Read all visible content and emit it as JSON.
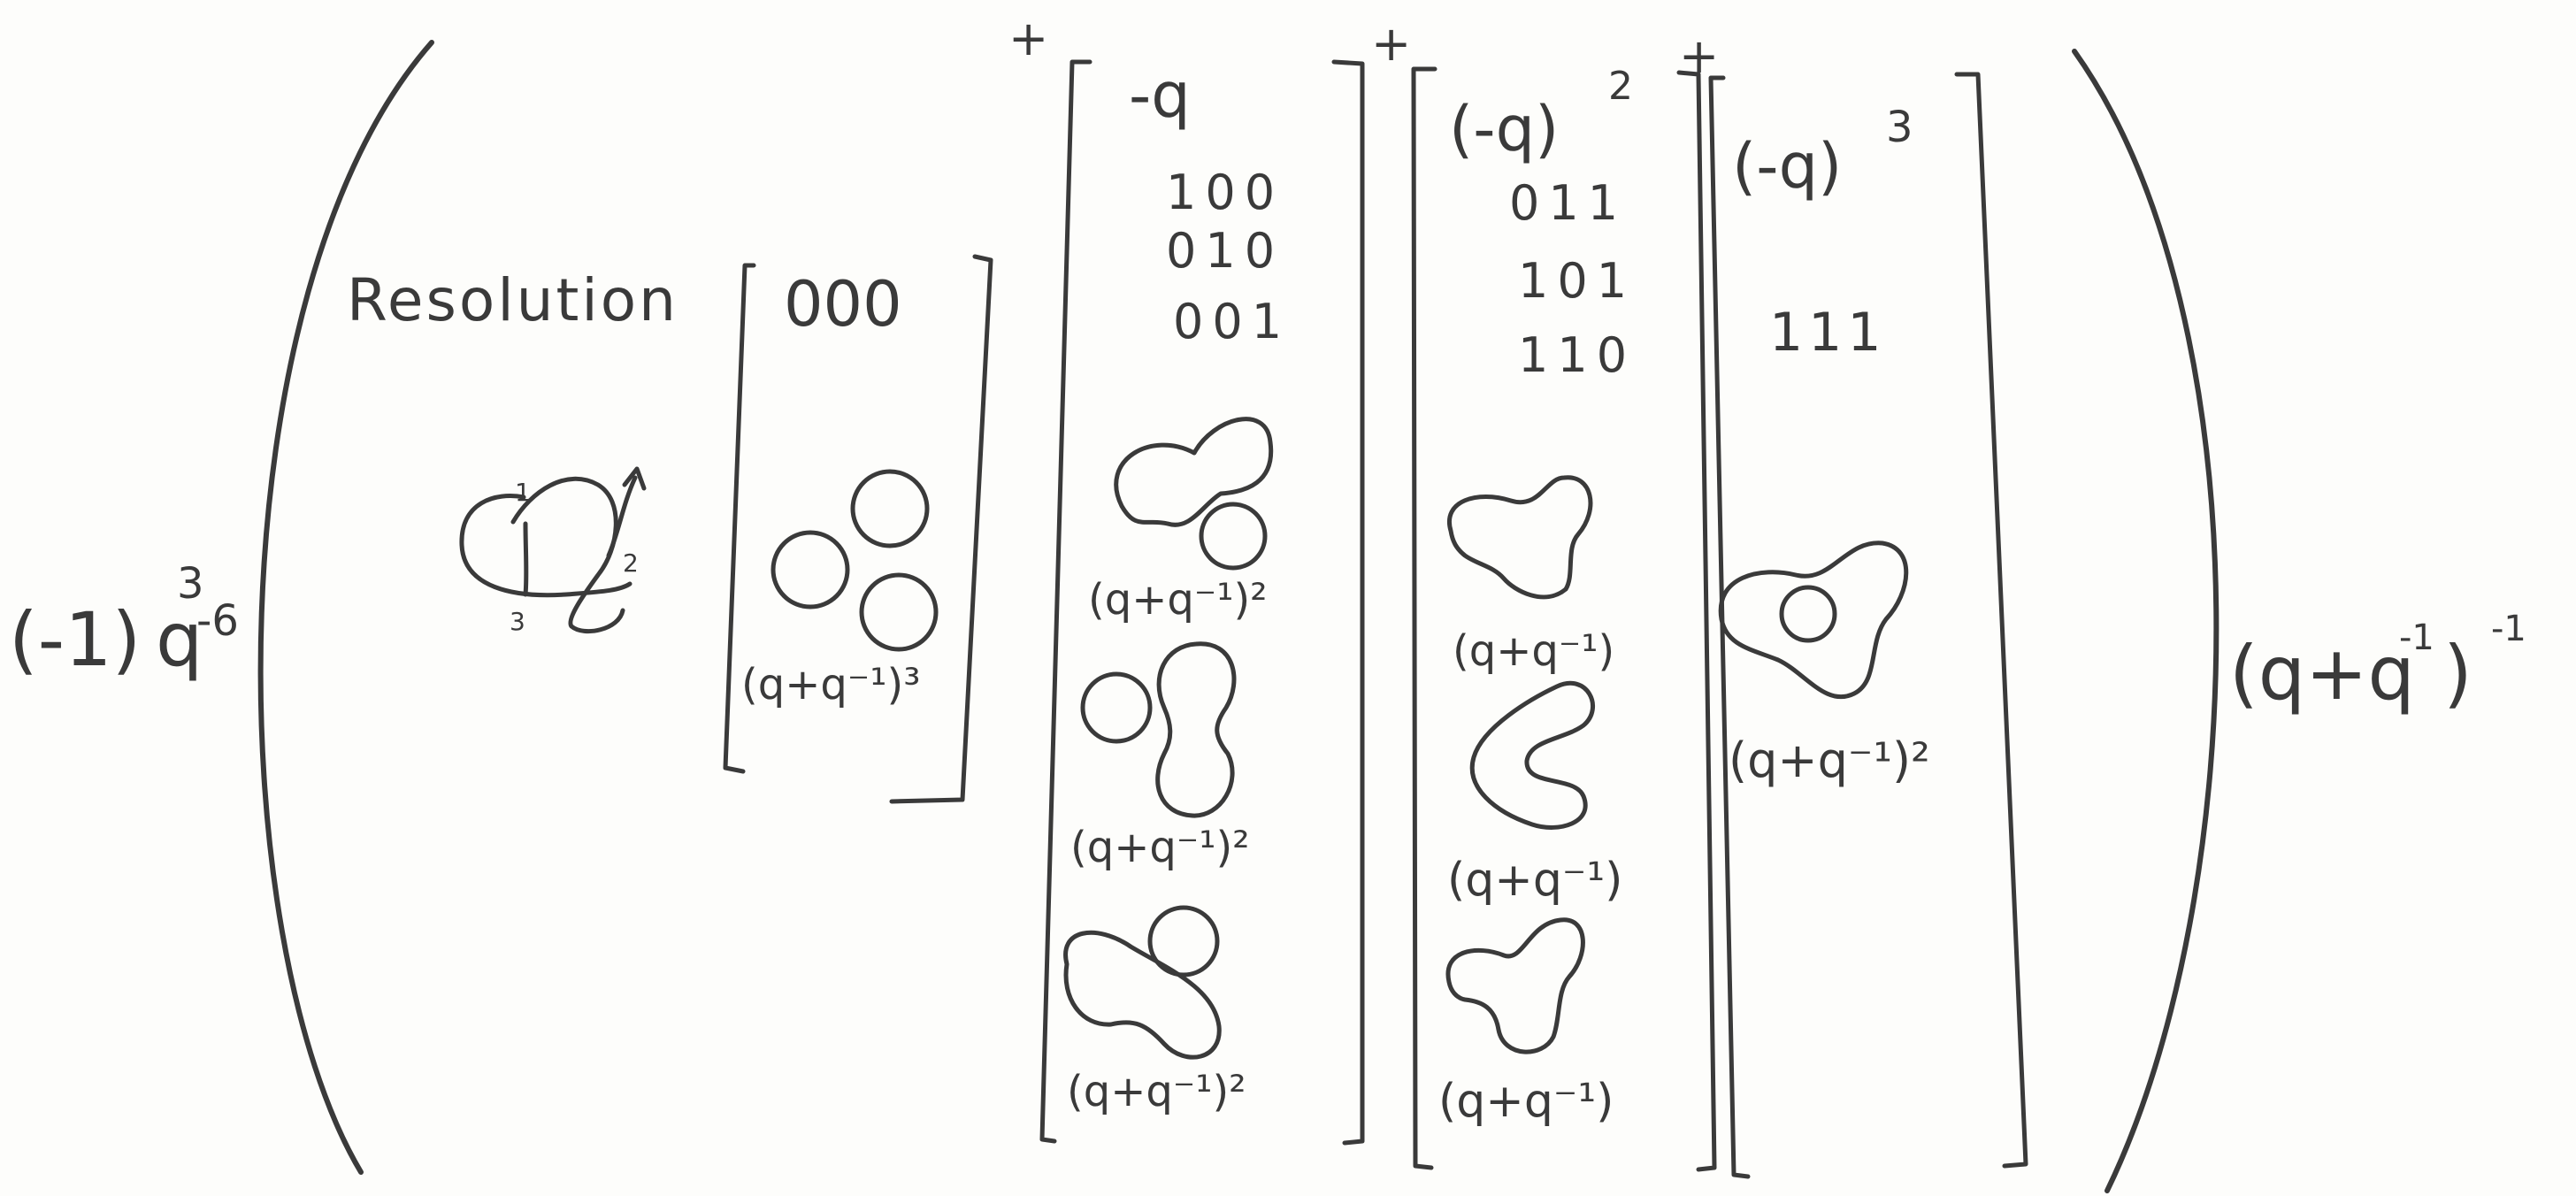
{
  "prefix": {
    "base": "(-1)",
    "sup1": "3",
    "q": "q",
    "sup2": "-6"
  },
  "resolution_label": "Resolution",
  "knot_labels": {
    "one": "1",
    "two": "2",
    "three": "3"
  },
  "suffix": {
    "base": "(q+q",
    "inner_sup": "-1",
    "close": ")",
    "outer_sup": "-1"
  },
  "plus": "+",
  "col0": {
    "states": [
      "000"
    ],
    "weight": "(q+q⁻¹)³"
  },
  "col1": {
    "coef": "-q",
    "states": [
      "100",
      "010",
      "001"
    ],
    "weights": [
      "(q+q⁻¹)²",
      "(q+q⁻¹)²",
      "(q+q⁻¹)²"
    ]
  },
  "col2": {
    "coef_base": "(-q)",
    "coef_sup": "2",
    "states": [
      "011",
      "101",
      "110"
    ],
    "weights": [
      "(q+q⁻¹)",
      "(q+q⁻¹)",
      "(q+q⁻¹)"
    ]
  },
  "col3": {
    "coef_base": "(-q)",
    "coef_sup": "3",
    "states": [
      "111"
    ],
    "weight": "(q+q⁻¹)²"
  },
  "ink_color": "#3a3a3a",
  "paper_color": "#fdfdfb"
}
